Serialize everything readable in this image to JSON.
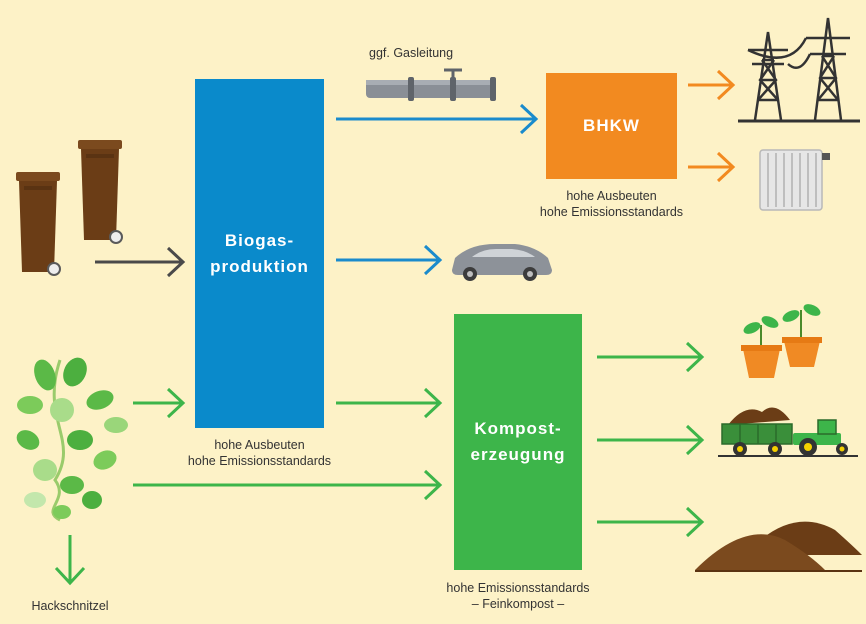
{
  "colors": {
    "background": "#fdf2c7",
    "biogas_box": "#0a8acb",
    "kompost_box": "#3db54a",
    "bhkw_box": "#f28a20",
    "arrow_dark": "#4a4a4a",
    "arrow_blue": "#1a8bcc",
    "arrow_green": "#3db54a",
    "arrow_orange": "#f28a20"
  },
  "pipeline_label": "ggf. Gasleitung",
  "boxes": {
    "biogas": {
      "title": "Biogas-\nproduktion"
    },
    "kompost": {
      "title": "Kompost-\nerzeugung"
    },
    "bhkw": {
      "title": "BHKW"
    }
  },
  "notes": {
    "bhkw_line1": "hohe Ausbeuten",
    "bhkw_line2": "hohe Emissionsstandards",
    "biogas_line1": "hohe Ausbeuten",
    "biogas_line2": "hohe Emissionsstandards",
    "kompost_line1": "hohe Emissionsstandards",
    "kompost_line2": "– Feinkompost –",
    "hackschnitzel": "Hackschnitzel"
  },
  "icons": {
    "bins": "organic-waste-bin-icon",
    "plant": "green-waste-plant-icon",
    "pipe": "gas-pipe-icon",
    "pylons": "power-pylon-icon",
    "radiator": "radiator-icon",
    "car": "car-icon",
    "pots": "potted-plant-icon",
    "tractor": "tractor-trailer-icon",
    "compost": "compost-heap-icon"
  }
}
